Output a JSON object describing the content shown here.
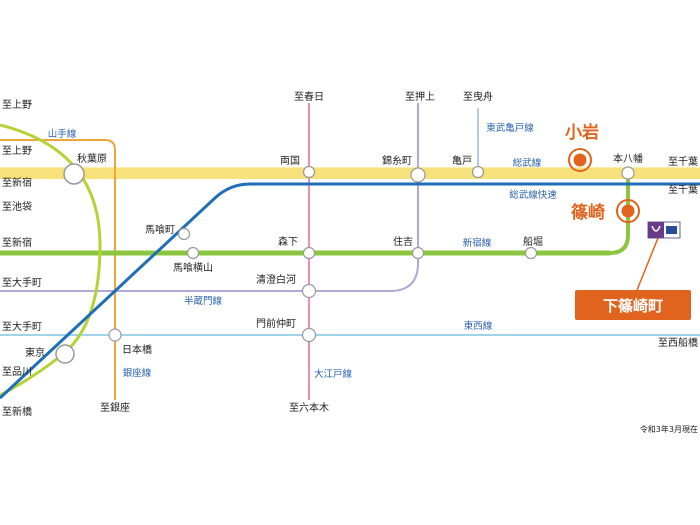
{
  "directions": {
    "top": {
      "shunjitsu": "至春日",
      "oshiage": "至押上",
      "hikifune": "至曳舟"
    },
    "left": {
      "ueno1": "至上野",
      "ueno2": "至上野",
      "shinjuku1": "至新宿",
      "ikebukuro": "至池袋",
      "shinjuku2": "至新宿",
      "otemachi1": "至大手町",
      "otemachi2": "至大手町",
      "shinagawa": "至品川",
      "shimbashi": "至新橋",
      "ginza": "至銀座"
    },
    "right": {
      "chiba1": "至千葉",
      "chiba2": "至千葉",
      "nishifunabashi": "至西船橋"
    },
    "bottom": {
      "roppongi": "至六本木"
    }
  },
  "stations": {
    "akihabara": "秋葉原",
    "ryogoku": "両国",
    "kinshicho": "錦糸町",
    "kameido": "亀戸",
    "hommachi": "本八幡",
    "bakurocho": "馬喰町",
    "bakuroyokoyama": "馬喰横山",
    "morishita": "森下",
    "sumiyoshi": "住吉",
    "funabori": "船堀",
    "kiyosumi": "清澄白河",
    "monzen": "門前仲町",
    "tokyo": "東京",
    "nihonbashi": "日本橋"
  },
  "lines": {
    "yamanote": "山手線",
    "tobu_kameido": "東武亀戸線",
    "sobu": "総武線",
    "sobu_rapid": "総武線快速",
    "shinjuku": "新宿線",
    "hanzomon": "半蔵門線",
    "tozai": "東西線",
    "ginza": "銀座線",
    "oedo": "大江戸線"
  },
  "highlights": {
    "koiwa": "小岩",
    "shinozaki": "篠崎",
    "shimo_shinozaki": "下篠崎町"
  },
  "note": "令和3年3月現在",
  "colors": {
    "yamanote": "#b5d334",
    "sobu": "#f7e17a",
    "sobu_rapid": "#1f6fb8",
    "shinjuku": "#8cc63f",
    "hanzomon": "#b2a7d6",
    "tozai": "#9fd3ea",
    "ginza": "#f0a53a",
    "oedo": "#e88fb8",
    "tobu": "#9ab9d8",
    "accent": "#e0641e"
  }
}
